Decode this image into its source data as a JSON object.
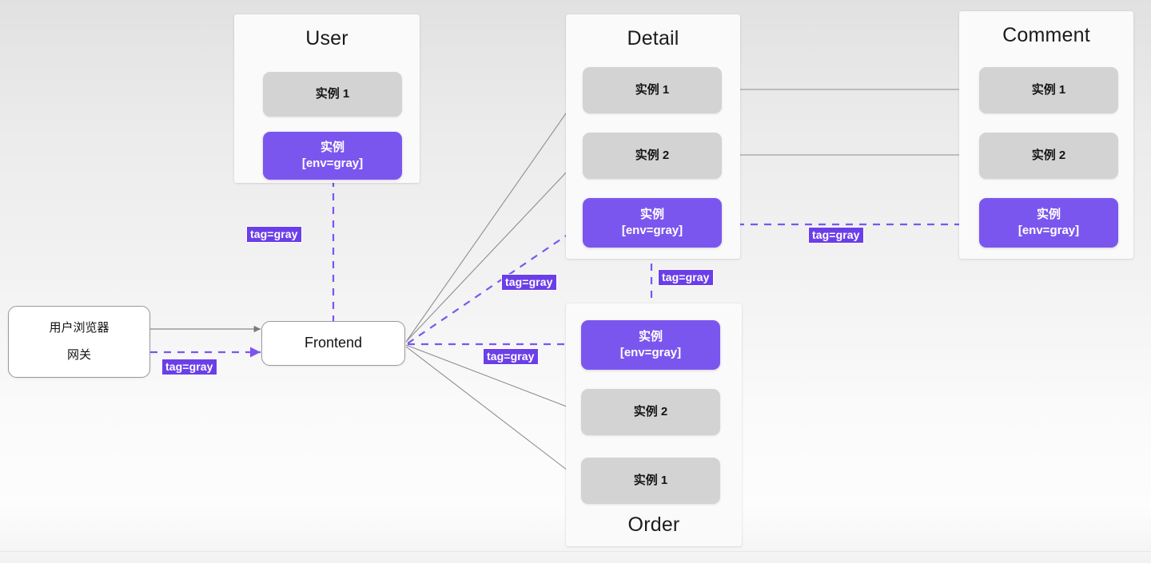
{
  "diagram": {
    "title": "gray-release-traffic-routing",
    "colors": {
      "gray_instance": "#d3d3d4",
      "gray_release": "#7b56ee",
      "label_bg": "#6b3fe8",
      "panel_bg": "#fafafb",
      "page_bg": "#f2f2f3",
      "solid_edge": "#8a8a8e",
      "dashed_edge": "#7b56ee"
    },
    "entry_node": {
      "line1": "用户浏览器",
      "line2": "网关"
    },
    "frontend_node": {
      "label": "Frontend"
    },
    "groups": [
      {
        "id": "user",
        "title": "User",
        "title_position": "top",
        "instances": [
          {
            "id": "user-1",
            "kind": "gray",
            "line1": "实例 1",
            "line2": ""
          },
          {
            "id": "user-2",
            "kind": "purple",
            "line1": "实例",
            "line2": "[env=gray]"
          }
        ]
      },
      {
        "id": "detail",
        "title": "Detail",
        "title_position": "top",
        "instances": [
          {
            "id": "detail-1",
            "kind": "gray",
            "line1": "实例 1",
            "line2": ""
          },
          {
            "id": "detail-2",
            "kind": "gray",
            "line1": "实例 2",
            "line2": ""
          },
          {
            "id": "detail-3",
            "kind": "purple",
            "line1": "实例",
            "line2": "[env=gray]"
          }
        ]
      },
      {
        "id": "comment",
        "title": "Comment",
        "title_position": "top",
        "instances": [
          {
            "id": "comment-1",
            "kind": "gray",
            "line1": "实例 1",
            "line2": ""
          },
          {
            "id": "comment-2",
            "kind": "gray",
            "line1": "实例 2",
            "line2": ""
          },
          {
            "id": "comment-3",
            "kind": "purple",
            "line1": "实例",
            "line2": "[env=gray]"
          }
        ]
      },
      {
        "id": "order",
        "title": "Order",
        "title_position": "bottom",
        "instances": [
          {
            "id": "order-1",
            "kind": "purple",
            "line1": "实例",
            "line2": "[env=gray]"
          },
          {
            "id": "order-2",
            "kind": "gray",
            "line1": "实例 2",
            "line2": ""
          },
          {
            "id": "order-3",
            "kind": "gray",
            "line1": "实例 1",
            "line2": ""
          }
        ]
      }
    ],
    "edge_labels": [
      {
        "id": "label-gateway-frontend",
        "text": "tag=gray"
      },
      {
        "id": "label-frontend-user",
        "text": "tag=gray"
      },
      {
        "id": "label-frontend-detail",
        "text": "tag=gray"
      },
      {
        "id": "label-frontend-order",
        "text": "tag=gray"
      },
      {
        "id": "label-detail-comment",
        "text": "tag=gray"
      },
      {
        "id": "label-detail-order",
        "text": "tag=gray"
      }
    ]
  }
}
